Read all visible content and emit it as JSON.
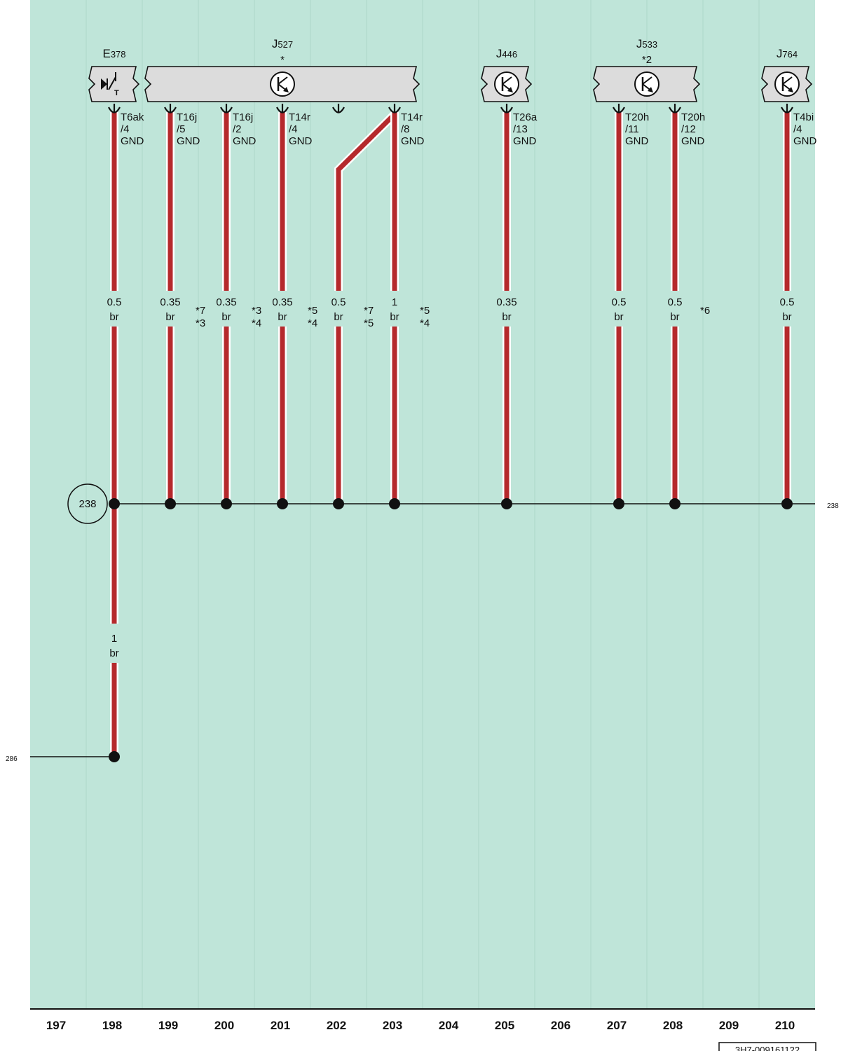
{
  "colors": {
    "background": "#bfe5d9",
    "grid_line": "#aed6c9",
    "wire_red": "#b5292c",
    "wire_outline": "#ffffff",
    "component_fill": "#dcdcdc",
    "ink": "#111111"
  },
  "components": [
    {
      "id": "E378",
      "name": "E",
      "sub": "378",
      "note": "",
      "icon": "switch-icon"
    },
    {
      "id": "J527",
      "name": "J",
      "sub": "527",
      "note": "*",
      "icon": "control-unit-icon"
    },
    {
      "id": "J446",
      "name": "J",
      "sub": "446",
      "note": "",
      "icon": "control-unit-icon"
    },
    {
      "id": "J533",
      "name": "J",
      "sub": "533",
      "note": "*2",
      "icon": "control-unit-icon"
    },
    {
      "id": "J764",
      "name": "J",
      "sub": "764",
      "note": "",
      "icon": "control-unit-icon"
    }
  ],
  "wires": [
    {
      "column": "198",
      "pin_connector": "T6ak",
      "pin_number": "/4",
      "pin_function": "GND",
      "size": "0.5",
      "color": "br",
      "notes": [
        "",
        ""
      ]
    },
    {
      "column": "199",
      "pin_connector": "T16j",
      "pin_number": "/5",
      "pin_function": "GND",
      "size": "0.35",
      "color": "br",
      "notes": [
        "*7",
        "*3"
      ]
    },
    {
      "column": "200",
      "pin_connector": "T16j",
      "pin_number": "/2",
      "pin_function": "GND",
      "size": "0.35",
      "color": "br",
      "notes": [
        "*3",
        "*4"
      ]
    },
    {
      "column": "201",
      "pin_connector": "T14r",
      "pin_number": "/4",
      "pin_function": "GND",
      "size": "0.35",
      "color": "br",
      "notes": [
        "*5",
        "*4"
      ]
    },
    {
      "column": "202",
      "pin_connector": "",
      "pin_number": "",
      "pin_function": "",
      "size": "0.5",
      "color": "br",
      "notes": [
        "*7",
        "*5"
      ]
    },
    {
      "column": "203",
      "pin_connector": "T14r",
      "pin_number": "/8",
      "pin_function": "GND",
      "size": "1",
      "color": "br",
      "notes": [
        "*5",
        "*4"
      ]
    },
    {
      "column": "205",
      "pin_connector": "T26a",
      "pin_number": "/13",
      "pin_function": "GND",
      "size": "0.35",
      "color": "br",
      "notes": [
        "",
        ""
      ]
    },
    {
      "column": "207",
      "pin_connector": "T20h",
      "pin_number": "/11",
      "pin_function": "GND",
      "size": "0.5",
      "color": "br",
      "notes": [
        "",
        ""
      ]
    },
    {
      "column": "208",
      "pin_connector": "T20h",
      "pin_number": "/12",
      "pin_function": "GND",
      "size": "0.5",
      "color": "br",
      "notes": [
        "*6",
        ""
      ]
    },
    {
      "column": "210",
      "pin_connector": "T4bi",
      "pin_number": "/4",
      "pin_function": "GND",
      "size": "0.5",
      "color": "br",
      "notes": [
        "",
        ""
      ]
    }
  ],
  "lower_wire": {
    "size": "1",
    "color": "br"
  },
  "bus": {
    "circle_label": "238",
    "right_ref": "238",
    "left_ref": "286"
  },
  "columns": [
    "197",
    "198",
    "199",
    "200",
    "201",
    "202",
    "203",
    "204",
    "205",
    "206",
    "207",
    "208",
    "209",
    "210"
  ],
  "document_id": "3H7-009161122"
}
